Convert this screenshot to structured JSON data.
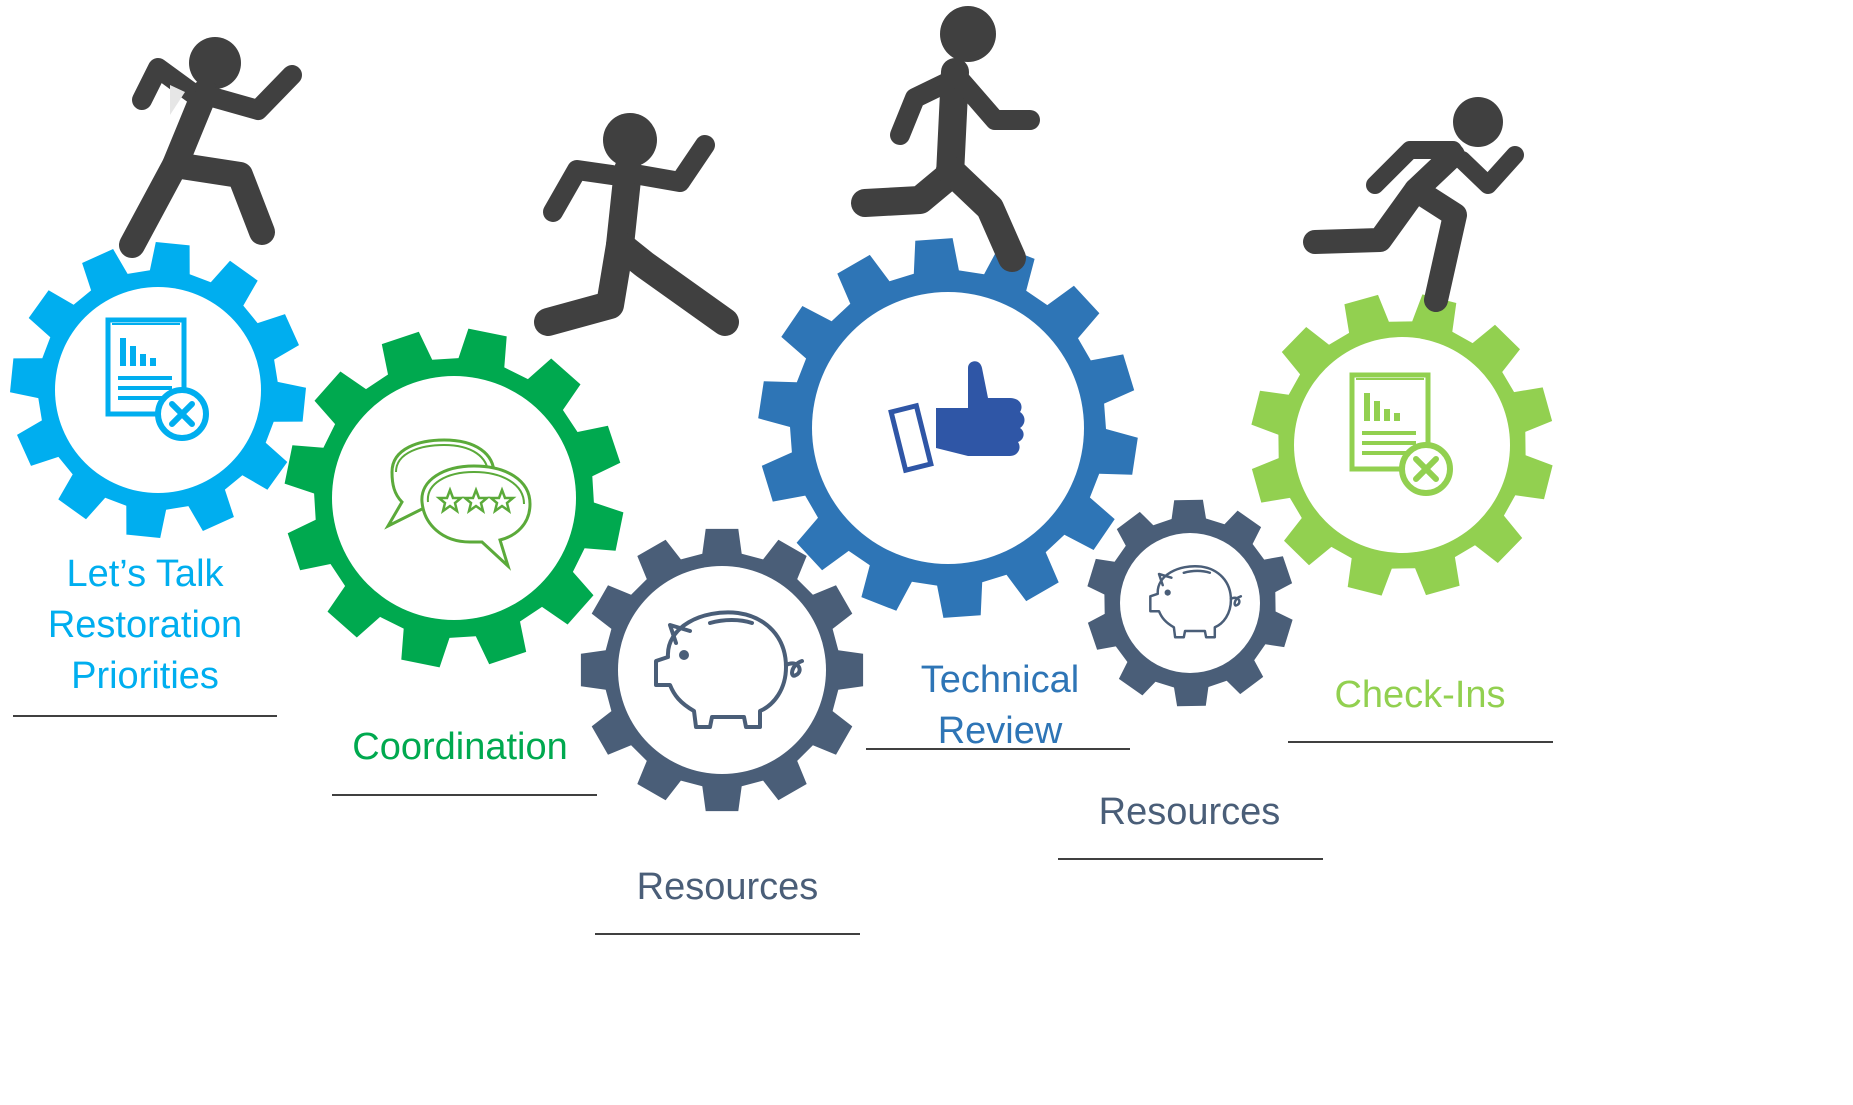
{
  "colors": {
    "light_blue": "#00AEEF",
    "green": "#00A94F",
    "slate": "#4A5E78",
    "blue": "#2E75B6",
    "lime": "#92D050",
    "runner": "#404040",
    "line": "#404040"
  },
  "stages": [
    {
      "label_lines": [
        "Let’s Talk",
        "Restoration",
        "Priorities"
      ],
      "color": "#00AEEF",
      "icon": "report-icon"
    },
    {
      "label_lines": [
        "Coordination"
      ],
      "color": "#00A94F",
      "icon": "chat-rating-icon"
    },
    {
      "label_lines": [
        "Resources"
      ],
      "color": "#4A5E78",
      "icon": "piggy-bank-icon"
    },
    {
      "label_lines": [
        "Technical",
        "Review"
      ],
      "color": "#2E75B6",
      "icon": "thumbs-up-icon"
    },
    {
      "label_lines": [
        "Resources"
      ],
      "color": "#4A5E78",
      "icon": "piggy-bank-icon"
    },
    {
      "label_lines": [
        "Check-Ins"
      ],
      "color": "#92D050",
      "icon": "report-icon"
    }
  ],
  "runners": [
    "runner-icon",
    "runner-icon",
    "runner-icon",
    "runner-icon"
  ]
}
